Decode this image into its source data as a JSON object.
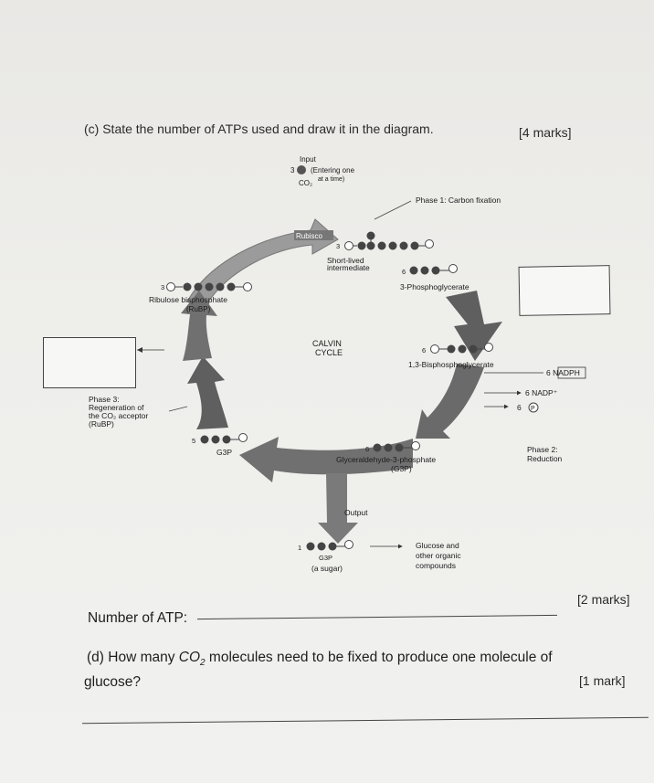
{
  "question_c": {
    "text": "(c)  State the number of ATPs used and draw it in the diagram.",
    "marks": "[4 marks]"
  },
  "diagram": {
    "input": "Input",
    "input_count": "3",
    "entering_line1": "(Entering one",
    "entering_line2": "at a time)",
    "co2": "CO₂",
    "phase1": "Phase 1: Carbon fixation",
    "rubisco": "Rubisco",
    "count_3": "3",
    "short_lived": "Short-lived",
    "intermediate": "intermediate",
    "count_6a": "6",
    "pga": "3-Phosphoglycerate",
    "count_3b": "3",
    "rubp_line1": "Ribulose bisphosphate",
    "rubp_line2": "(RuBP)",
    "calvin_line1": "CALVIN",
    "calvin_line2": "CYCLE",
    "count_6b": "6",
    "bpg": "1,3-Bisphosphoglycerate",
    "nadph": "6 NADPH",
    "nadp": "6 NADP⁺",
    "pi": "6",
    "phase3_line1": "Phase 3:",
    "phase3_line2": "Regeneration of",
    "phase3_line3": "the CO₂ acceptor",
    "phase3_line4": "(RuBP)",
    "count_5": "5",
    "g3p_left": "G3P",
    "count_6c": "6",
    "g3p_full": "Glyceraldehyde-3-phosphate",
    "g3p_abbr": "(G3P)",
    "phase2_line1": "Phase 2:",
    "phase2_line2": "Reduction",
    "output": "Output",
    "count_1": "1",
    "g3p_out": "G3P",
    "sugar": "(a sugar)",
    "glucose_line1": "Glucose and",
    "glucose_line2": "other organic",
    "glucose_line3": "compounds",
    "phosphate": "P"
  },
  "answer_c": {
    "label": "Number of ATP:",
    "marks": "[2 marks]"
  },
  "question_d": {
    "prefix": "(d)  How many",
    "co2": "CO",
    "co2_sub": "2",
    "suffix": "molecules need to be fixed to produce one molecule of",
    "line2": "glucose?",
    "marks": "[1 mark]"
  },
  "colors": {
    "arrow_fill": "#6d6d6d",
    "arrow_light": "#9a9a9a",
    "molecule": "#444444"
  }
}
